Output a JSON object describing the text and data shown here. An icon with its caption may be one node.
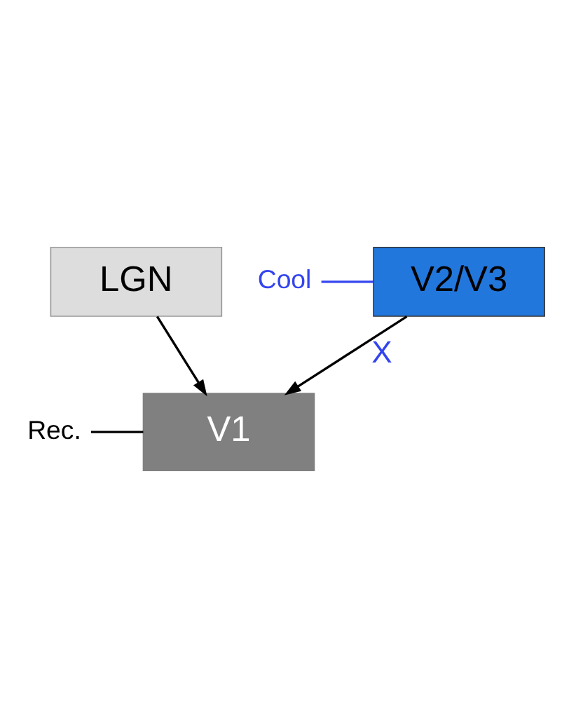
{
  "diagram": {
    "nodes": [
      {
        "text": [
          "V2/V3"
        ]
      },
      {
        "text": [
          "V1"
        ]
      },
      {
        "text": [
          "LGN"
        ]
      },
      {
        "text": [
          "Cool"
        ]
      },
      {
        "text": [
          "Rec."
        ]
      }
    ],
    "edges": [
      {
        "from": 0,
        "to": 1,
        "arrow": "to",
        "label": "X"
      },
      {
        "from": 2,
        "to": 1,
        "arrow": "to"
      },
      {
        "from": 3,
        "to": 0,
        "arrow": "none",
        "color": "#3344ee"
      },
      {
        "from": 4,
        "to": 1,
        "arrow": "none"
      }
    ]
  }
}
